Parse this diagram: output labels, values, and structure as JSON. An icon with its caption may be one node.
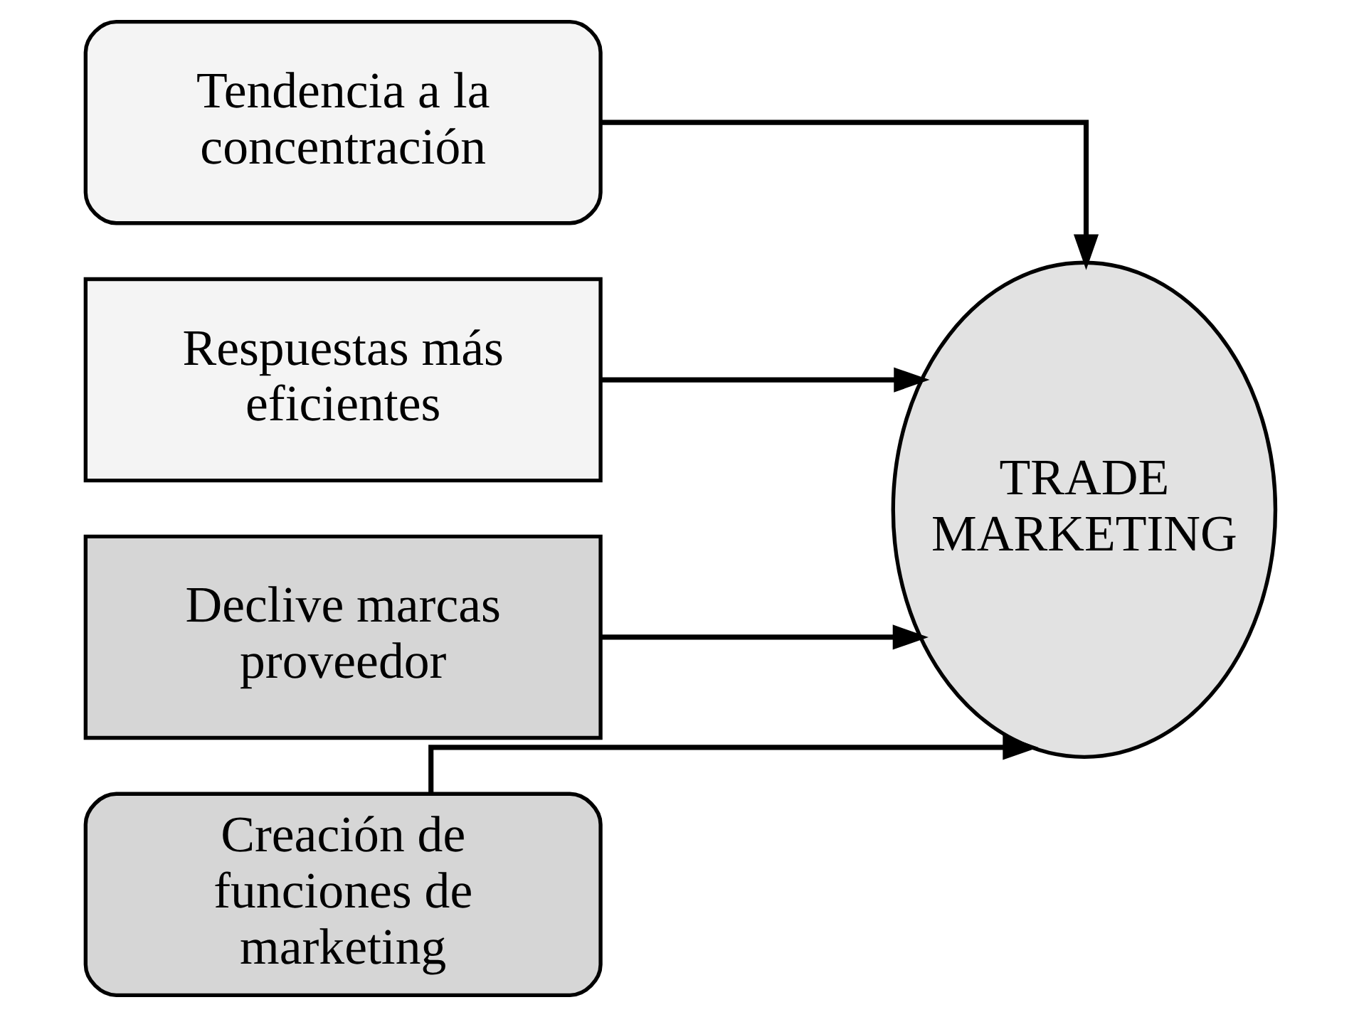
{
  "diagram": {
    "nodes": [
      {
        "text": [
          "Tendencia a la concentración"
        ]
      },
      {
        "text": [
          "Respuestas más eficientes"
        ]
      },
      {
        "text": [
          "Declive marcas proveedor"
        ]
      },
      {
        "text": [
          "Creación de funciones de marketing"
        ]
      },
      {
        "text": [
          "TRADE MARKETING"
        ]
      }
    ],
    "edges": [
      {
        "from": 0,
        "to": 4,
        "arrow": "to"
      },
      {
        "from": 1,
        "to": 4,
        "arrow": "to"
      },
      {
        "from": 2,
        "to": 4,
        "arrow": "to"
      },
      {
        "from": 3,
        "to": 4,
        "arrow": "to"
      }
    ]
  }
}
